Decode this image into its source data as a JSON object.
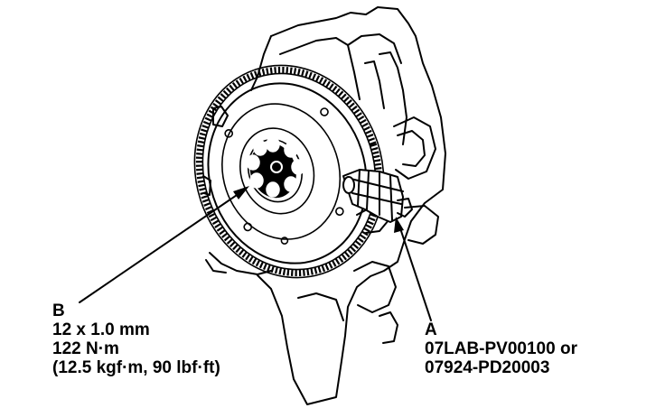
{
  "callouts": {
    "b": {
      "letter": "B",
      "lines": [
        "12 x 1.0 mm",
        "122 N·m",
        "(12.5 kgf·m, 90 lbf·ft)"
      ]
    },
    "a": {
      "letter": "A",
      "lines": [
        "07LAB-PV00100 or",
        "07924-PD20003"
      ]
    }
  },
  "colors": {
    "ink": "#000000",
    "paper": "#ffffff"
  },
  "illustration": {
    "depicts": [
      "flywheel",
      "ring-gear",
      "flywheel-bolts",
      "engine-block",
      "flywheel-holder-tool"
    ],
    "flywheel_bolt_count": 8
  }
}
